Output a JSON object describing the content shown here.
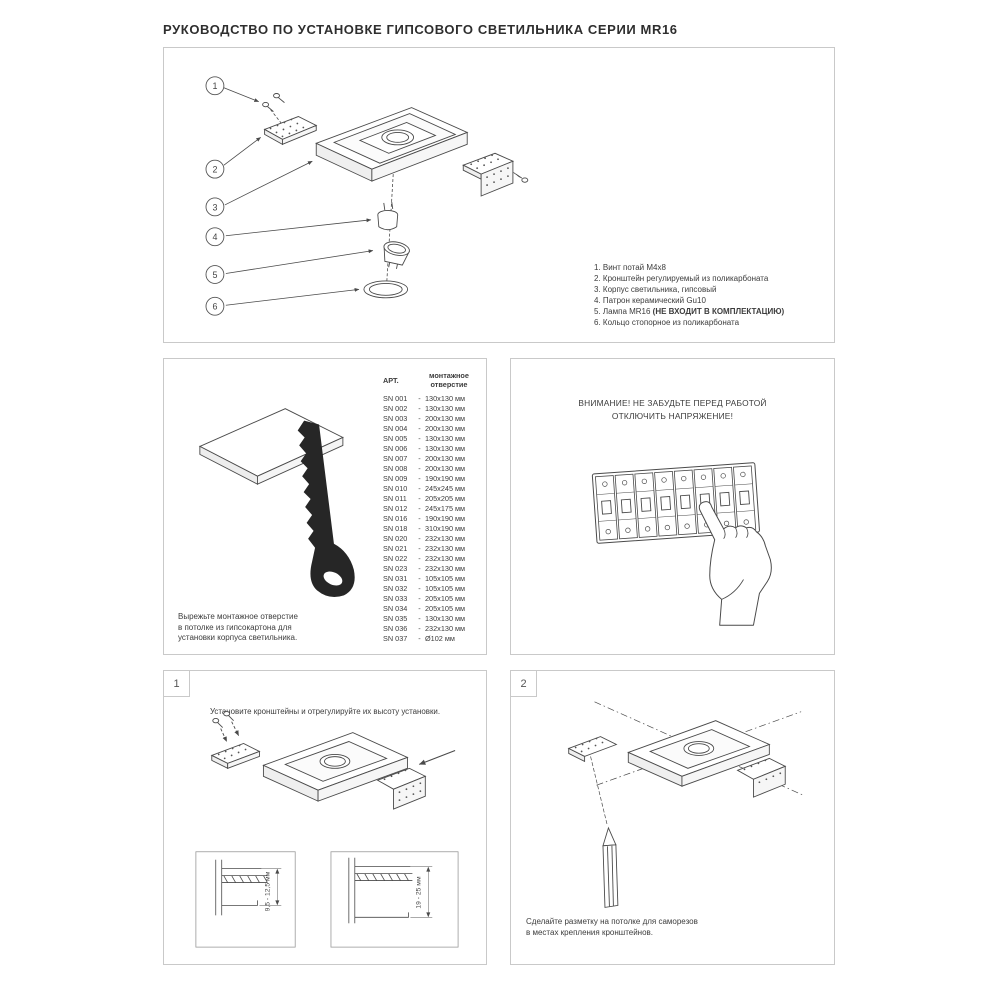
{
  "page": {
    "title": "РУКОВОДСТВО ПО УСТАНОВКЕ ГИПСОВОГО СВЕТИЛЬНИКА СЕРИИ MR16"
  },
  "colors": {
    "ink": "#3c3c3c",
    "panel_border": "#c9c9c9"
  },
  "exploded_panel": {
    "callouts": [
      "1",
      "2",
      "3",
      "4",
      "5",
      "6"
    ],
    "parts": [
      {
        "num": "1.",
        "text": "Винт потай M4x8"
      },
      {
        "num": "2.",
        "text": "Кронштейн регулируемый из поликарбоната"
      },
      {
        "num": "3.",
        "text": "Корпус светильника, гипсовый"
      },
      {
        "num": "4.",
        "text": "Патрон керамический Gu10"
      },
      {
        "num": "5.",
        "text": "Лампа MR16 ",
        "bold": "(НЕ ВХОДИТ В КОМПЛЕКТАЦИЮ)"
      },
      {
        "num": "6.",
        "text": "Кольцо стопорное из поликарбоната"
      }
    ]
  },
  "cutout_panel": {
    "header_art": "АРТ.",
    "header_hole": "монтажное отверстие",
    "dash": "-",
    "rows": [
      {
        "art": "SN 001",
        "size": "130x130 мм"
      },
      {
        "art": "SN 002",
        "size": "130x130 мм"
      },
      {
        "art": "SN 003",
        "size": "200x130 мм"
      },
      {
        "art": "SN 004",
        "size": "200x130 мм"
      },
      {
        "art": "SN 005",
        "size": "130x130 мм"
      },
      {
        "art": "SN 006",
        "size": "130x130 мм"
      },
      {
        "art": "SN 007",
        "size": "200x130 мм"
      },
      {
        "art": "SN 008",
        "size": "200x130 мм"
      },
      {
        "art": "SN 009",
        "size": "190x190 мм"
      },
      {
        "art": "SN 010",
        "size": "245x245 мм"
      },
      {
        "art": "SN 011",
        "size": "205x205 мм"
      },
      {
        "art": "SN 012",
        "size": "245x175 мм"
      },
      {
        "art": "SN 016",
        "size": "190x190 мм"
      },
      {
        "art": "SN 018",
        "size": "310x190 мм"
      },
      {
        "art": "SN 020",
        "size": "232x130 мм"
      },
      {
        "art": "SN 021",
        "size": "232x130 мм"
      },
      {
        "art": "SN 022",
        "size": "232x130 мм"
      },
      {
        "art": "SN 023",
        "size": "232x130 мм"
      },
      {
        "art": "SN 031",
        "size": "105x105 мм"
      },
      {
        "art": "SN 032",
        "size": "105x105 мм"
      },
      {
        "art": "SN 033",
        "size": "205x105 мм"
      },
      {
        "art": "SN 034",
        "size": "205x105 мм"
      },
      {
        "art": "SN 035",
        "size": "130x130 мм"
      },
      {
        "art": "SN 036",
        "size": "232x130 мм"
      },
      {
        "art": "SN 037",
        "size": "Ø102 мм"
      }
    ],
    "caption_lines": [
      "Вырежьте монтажное отверстие",
      "в потолке из гипсокартона для",
      "установки корпуса светильника."
    ]
  },
  "warning_panel": {
    "line1": "ВНИМАНИЕ! НЕ ЗАБУДЬТЕ ПЕРЕД РАБОТОЙ",
    "line2": "ОТКЛЮЧИТЬ НАПРЯЖЕНИЕ!"
  },
  "step1_panel": {
    "step_number": "1",
    "instruction": "Установите кронштейны и отрегулируйте их высоту установки.",
    "dim_left": "9,5 - 12,5 мм",
    "dim_right": "19 - 25 мм"
  },
  "step2_panel": {
    "step_number": "2",
    "caption_lines": [
      "Сделайте разметку на потолке для саморезов",
      "в местах крепления кронштейнов."
    ]
  }
}
